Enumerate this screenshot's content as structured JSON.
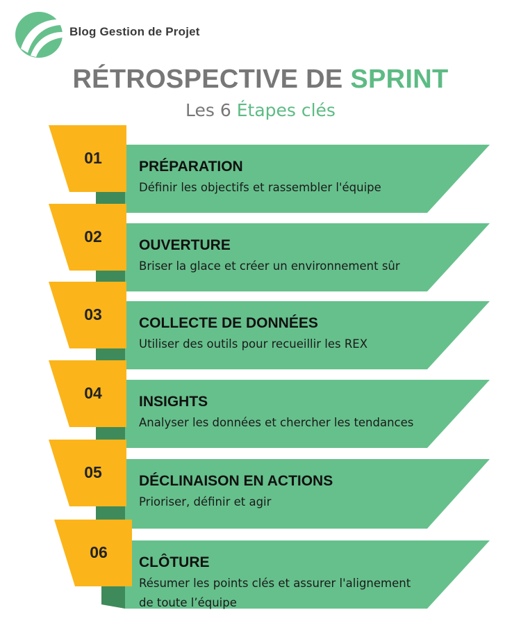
{
  "brand": {
    "name": "Blog Gestion de Projet"
  },
  "header": {
    "title_main": "RÉTROSPECTIVE DE ",
    "title_accent": "SPRINT",
    "subtitle_main": "Les 6 ",
    "subtitle_accent": "Étapes clés"
  },
  "colors": {
    "green": "#66c08c",
    "green_dark": "#3f8a5a",
    "yellow": "#fbb51a",
    "gray_text": "#777777",
    "accent": "#5dbb84"
  },
  "steps": [
    {
      "number": "01",
      "title": "PRÉPARATION",
      "description": [
        "Définir les objectifs et rassembler l'équipe"
      ]
    },
    {
      "number": "02",
      "title": "OUVERTURE",
      "description": [
        "Briser la glace et créer un environnement sûr"
      ]
    },
    {
      "number": "03",
      "title": "COLLECTE DE DONNÉES",
      "description": [
        "Utiliser des outils pour recueillir les REX"
      ]
    },
    {
      "number": "04",
      "title": "INSIGHTS",
      "description": [
        "Analyser les données et chercher les tendances"
      ]
    },
    {
      "number": "05",
      "title": "DÉCLINAISON EN ACTIONS",
      "description": [
        "Prioriser, définir et agir"
      ]
    },
    {
      "number": "06",
      "title": "CLÔTURE",
      "description": [
        "Résumer les points clés et assurer l'alignement",
        "de toute l’équipe"
      ]
    }
  ]
}
